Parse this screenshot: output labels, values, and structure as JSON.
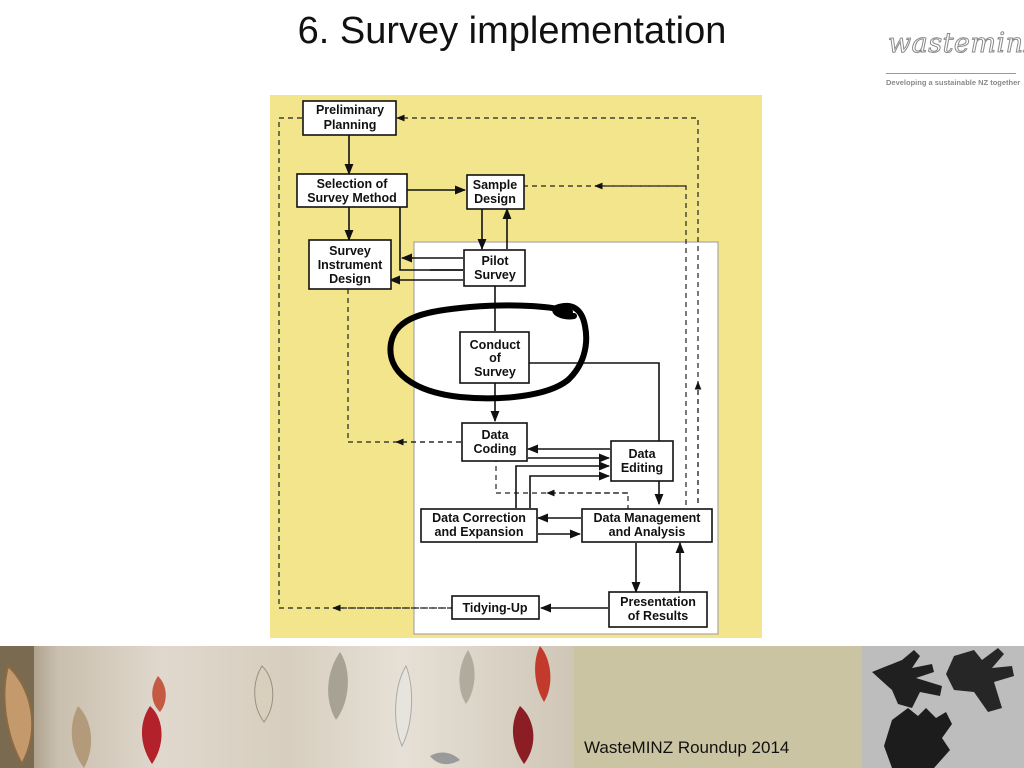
{
  "slide": {
    "title": "6. Survey implementation"
  },
  "logo": {
    "wordmark": "wasteminz",
    "tagline": "Developing a sustainable NZ together"
  },
  "diagram": {
    "nodes": {
      "preliminary_planning": [
        "Preliminary",
        "Planning"
      ],
      "selection_of_survey_method": [
        "Selection of",
        "Survey Method"
      ],
      "sample_design": [
        "Sample",
        "Design"
      ],
      "survey_instrument_design": [
        "Survey",
        "Instrument",
        "Design"
      ],
      "pilot_survey": [
        "Pilot",
        "Survey"
      ],
      "conduct_of_survey": [
        "Conduct",
        "of",
        "Survey"
      ],
      "data_coding": [
        "Data",
        "Coding"
      ],
      "data_editing": [
        "Data",
        "Editing"
      ],
      "data_correction_and_expansion": [
        "Data Correction",
        "and Expansion"
      ],
      "data_management_and_analysis": [
        "Data Management",
        "and Analysis"
      ],
      "tidying_up": [
        "Tidying-Up"
      ],
      "presentation_of_results": [
        "Presentation",
        "of Results"
      ]
    },
    "highlighted_node": "conduct_of_survey",
    "colors": {
      "background_panel": "#f2e58c",
      "inner_panel": "#ffffff",
      "highlight_ring": "#000000"
    }
  },
  "footer": {
    "caption": "WasteMINZ Roundup 2014",
    "band_color": "#cbc4a3"
  }
}
